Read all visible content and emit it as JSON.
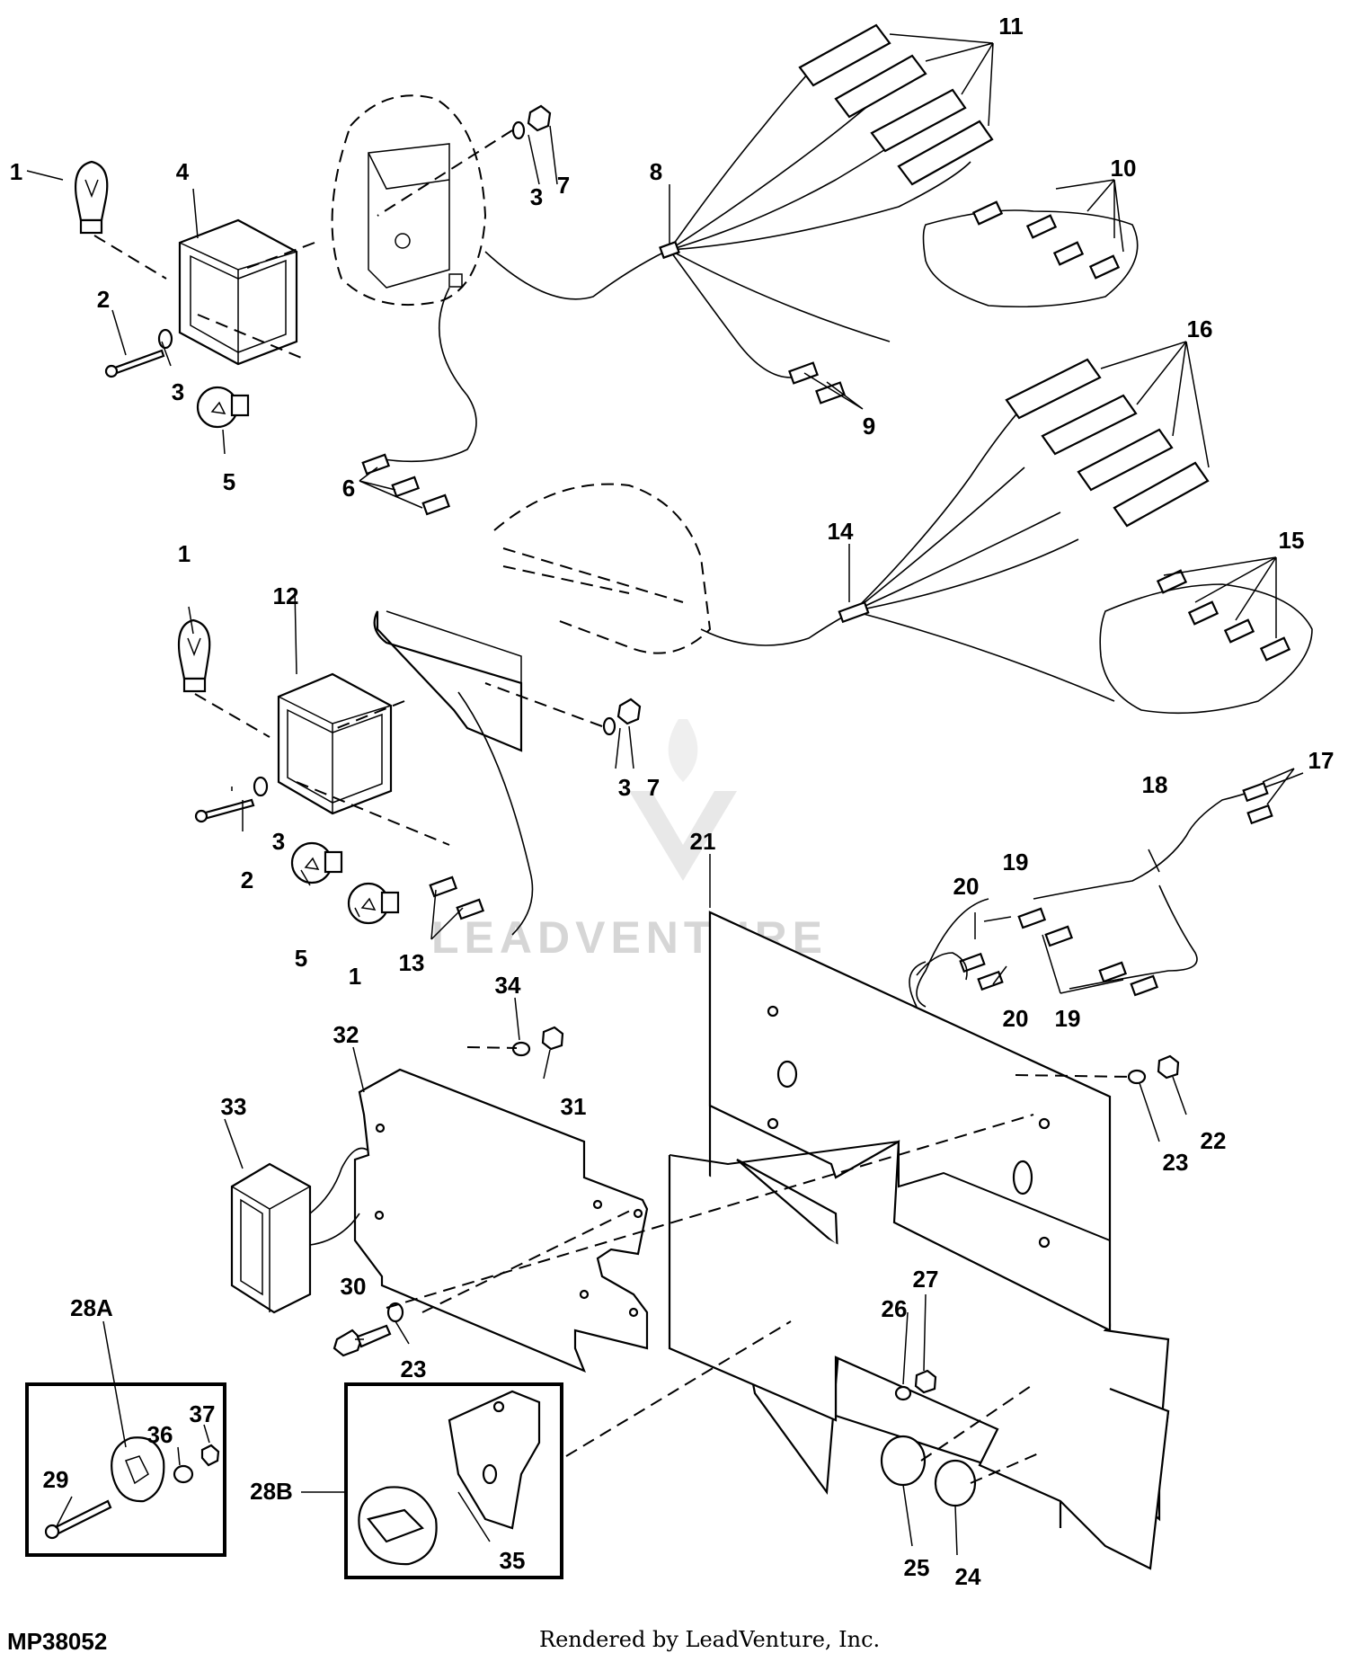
{
  "diagram_id": "MP38052",
  "credit": "Rendered by LeadVenture, Inc.",
  "watermark": "LEADVENTURE",
  "callouts": [
    {
      "id": "c1a",
      "label": "1"
    },
    {
      "id": "c4",
      "label": "4"
    },
    {
      "id": "c2a",
      "label": "2"
    },
    {
      "id": "c3a",
      "label": "3"
    },
    {
      "id": "c5a",
      "label": "5"
    },
    {
      "id": "c6",
      "label": "6"
    },
    {
      "id": "c3b",
      "label": "3"
    },
    {
      "id": "c7a",
      "label": "7"
    },
    {
      "id": "c8",
      "label": "8"
    },
    {
      "id": "c9",
      "label": "9"
    },
    {
      "id": "c11",
      "label": "11"
    },
    {
      "id": "c10",
      "label": "10"
    },
    {
      "id": "c16",
      "label": "16"
    },
    {
      "id": "c14",
      "label": "14"
    },
    {
      "id": "c15",
      "label": "15"
    },
    {
      "id": "c1b",
      "label": "1"
    },
    {
      "id": "c12",
      "label": "12"
    },
    {
      "id": "c2b",
      "label": "2"
    },
    {
      "id": "c3c",
      "label": "3"
    },
    {
      "id": "c5b",
      "label": "5"
    },
    {
      "id": "c1c",
      "label": "1"
    },
    {
      "id": "c13",
      "label": "13"
    },
    {
      "id": "c3d",
      "label": "3"
    },
    {
      "id": "c7b",
      "label": "7"
    },
    {
      "id": "c17",
      "label": "17"
    },
    {
      "id": "c18",
      "label": "18"
    },
    {
      "id": "c19a",
      "label": "19"
    },
    {
      "id": "c20a",
      "label": "20"
    },
    {
      "id": "c20b",
      "label": "20"
    },
    {
      "id": "c19b",
      "label": "19"
    },
    {
      "id": "c21",
      "label": "21"
    },
    {
      "id": "c34",
      "label": "34"
    },
    {
      "id": "c31",
      "label": "31"
    },
    {
      "id": "c32",
      "label": "32"
    },
    {
      "id": "c33",
      "label": "33"
    },
    {
      "id": "c23a",
      "label": "23"
    },
    {
      "id": "c22",
      "label": "22"
    },
    {
      "id": "c30",
      "label": "30"
    },
    {
      "id": "c23b",
      "label": "23"
    },
    {
      "id": "c26",
      "label": "26"
    },
    {
      "id": "c27",
      "label": "27"
    },
    {
      "id": "c25",
      "label": "25"
    },
    {
      "id": "c24",
      "label": "24"
    },
    {
      "id": "c28A",
      "label": "28A"
    },
    {
      "id": "c36",
      "label": "36"
    },
    {
      "id": "c37",
      "label": "37"
    },
    {
      "id": "c29",
      "label": "29"
    },
    {
      "id": "c28B",
      "label": "28B"
    },
    {
      "id": "c35",
      "label": "35"
    }
  ]
}
